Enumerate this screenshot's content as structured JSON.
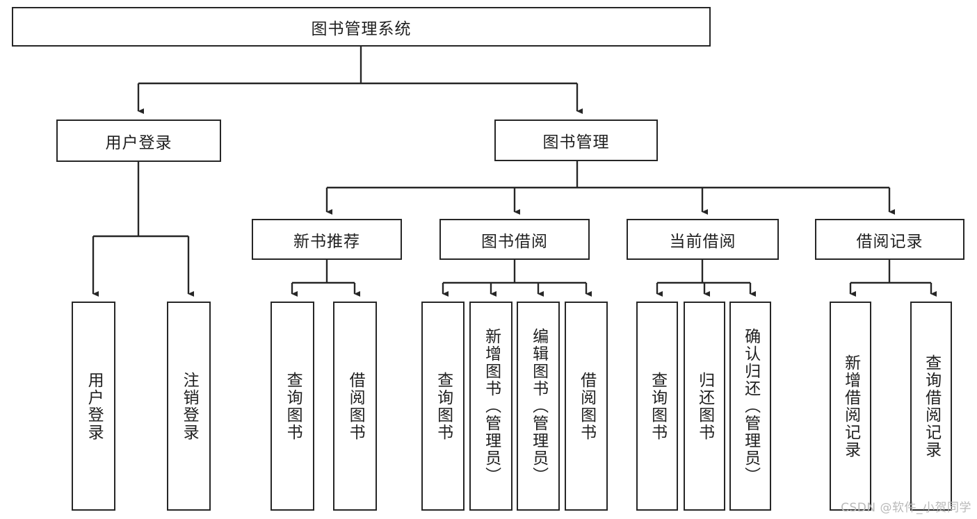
{
  "diagram": {
    "type": "tree-hierarchy",
    "title": "图书管理系统",
    "watermark": "CSDN @软件_小贺同学",
    "colors": {
      "stroke": "#262626",
      "fill": "#ffffff",
      "text": "#1f1f1f",
      "watermark": "#b9b9b9"
    },
    "nodes": {
      "root": "图书管理系统",
      "level2": {
        "user_login": "用户登录",
        "book_manage": "图书管理"
      },
      "level3": {
        "new_book_recommend": "新书推荐",
        "book_borrow": "图书借阅",
        "current_borrow": "当前借阅",
        "borrow_record": "借阅记录"
      },
      "leaves": {
        "user_login_children": [
          "用户登录",
          "注销登录"
        ],
        "new_book_recommend_children": [
          "查询图书",
          "借阅图书"
        ],
        "book_borrow_children": [
          "查询图书",
          "新增图书（管理员）",
          "编辑图书（管理员）",
          "借阅图书"
        ],
        "current_borrow_children": [
          "查询图书",
          "归还图书",
          "确认归还（管理员）"
        ],
        "borrow_record_children": [
          "新增借阅记录",
          "查询借阅记录"
        ]
      }
    }
  }
}
